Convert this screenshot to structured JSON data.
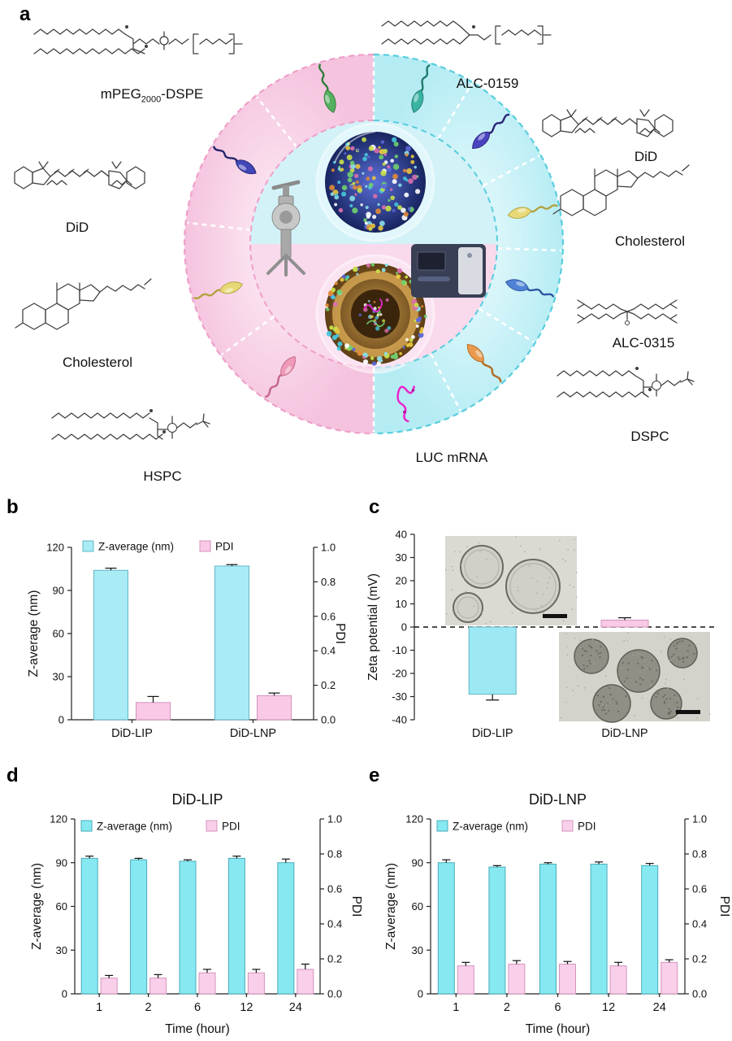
{
  "panels": {
    "a": {
      "label": "a",
      "structures": {
        "mpeg_dspe": {
          "pre": "mPEG",
          "sub": "2000",
          "post": "-DSPE"
        },
        "alc_0159": "ALC-0159",
        "did_right": "DiD",
        "cholesterol_right": "Cholesterol",
        "alc_0315": "ALC-0315",
        "dspc": "DSPC",
        "did_left": "DiD",
        "cholesterol_left": "Cholesterol",
        "hspc": "HSPC",
        "luc_mrna": "LUC mRNA"
      },
      "icons": [
        {
          "name": "lipid-green",
          "type": "sperm",
          "angle": 107,
          "color": "#55b060",
          "dark": "#2f7d3c"
        },
        {
          "name": "lipid-navy-left",
          "type": "sperm",
          "angle": 149,
          "color": "#4146b8",
          "dark": "#23266e"
        },
        {
          "name": "lipid-yellow-left",
          "type": "sperm",
          "angle": 197,
          "color": "#e8d977",
          "dark": "#b3a23f"
        },
        {
          "name": "lipid-pink",
          "type": "sperm",
          "angle": 235,
          "color": "#ef9ab8",
          "dark": "#c4648c"
        },
        {
          "name": "lipid-teal",
          "type": "sperm",
          "angle": 73,
          "color": "#3ab3a2",
          "dark": "#1f7a6e"
        },
        {
          "name": "lipid-navy-right",
          "type": "sperm",
          "angle": 44,
          "color": "#4a43c0",
          "dark": "#2a2478"
        },
        {
          "name": "lipid-yellow-right",
          "type": "sperm",
          "angle": 12,
          "color": "#e8d977",
          "dark": "#b3a23f"
        },
        {
          "name": "lipid-blue",
          "type": "sperm",
          "angle": -16,
          "color": "#4f83d6",
          "dark": "#2d56a0"
        },
        {
          "name": "lipid-orange",
          "type": "sperm",
          "angle": -47,
          "color": "#e89a4e",
          "dark": "#b56a22"
        },
        {
          "name": "mrna-squiggle",
          "type": "squiggle",
          "angle": -78,
          "color": "#ea25cc",
          "dark": "#b3129a"
        }
      ]
    },
    "b": {
      "label": "b"
    },
    "c": {
      "label": "c"
    },
    "d": {
      "label": "d"
    },
    "e": {
      "label": "e"
    }
  },
  "chart_data": [
    {
      "id": "b",
      "type": "bar",
      "dual_axis": true,
      "categories": [
        "DiD-LIP",
        "DiD-LNP"
      ],
      "series": [
        {
          "name": "Z-average (nm)",
          "axis": "left",
          "color": "#a9ecf6",
          "edge": "#63b7c4",
          "values": [
            104,
            107
          ],
          "errors": [
            1.5,
            1
          ]
        },
        {
          "name": "PDI",
          "axis": "right",
          "color": "#f9c9e6",
          "edge": "#d494bd",
          "values": [
            0.1,
            0.14
          ],
          "errors": [
            0.035,
            0.015
          ]
        }
      ],
      "legend": [
        "Z-average (nm)",
        "PDI"
      ],
      "ylabel_left": "Z-average (nm)",
      "ylim_left": [
        0,
        120
      ],
      "yticks_left": [
        0,
        30,
        60,
        90,
        120
      ],
      "ylabel_right": "PDI",
      "ylim_right": [
        0,
        1.0
      ],
      "yticks_right": [
        0,
        0.2,
        0.4,
        0.6,
        0.8,
        1.0
      ]
    },
    {
      "id": "c",
      "type": "bar",
      "categories": [
        "DiD-LIP",
        "DiD-LNP"
      ],
      "values": [
        -29,
        3
      ],
      "errors": [
        2.5,
        1
      ],
      "colors": [
        "#9ce9f3",
        "#f9c9e6"
      ],
      "edges": [
        "#63b7c4",
        "#d494bd"
      ],
      "ylabel": "Zeta potential (mV)",
      "ylim": [
        -40,
        40
      ],
      "yticks": [
        -40,
        -30,
        -20,
        -10,
        0,
        10,
        20,
        30,
        40
      ],
      "zero_line_dashed": true
    },
    {
      "id": "d",
      "type": "bar",
      "dual_axis": true,
      "title": "DiD-LIP",
      "categories": [
        "1",
        "2",
        "6",
        "12",
        "24"
      ],
      "xlabel": "Time (hour)",
      "series": [
        {
          "name": "Z-average (nm)",
          "axis": "left",
          "color": "#86e9f2",
          "edge": "#4aacba",
          "values": [
            93,
            92,
            91,
            93,
            90
          ],
          "errors": [
            1.5,
            1,
            1,
            1.5,
            2.5
          ]
        },
        {
          "name": "PDI",
          "axis": "right",
          "color": "#f9cfe9",
          "edge": "#d494bd",
          "values": [
            0.09,
            0.09,
            0.12,
            0.12,
            0.14
          ],
          "errors": [
            0.015,
            0.02,
            0.02,
            0.02,
            0.03
          ]
        }
      ],
      "legend": [
        "Z-average (nm)",
        "PDI"
      ],
      "ylabel_left": "Z-average (nm)",
      "ylim_left": [
        0,
        120
      ],
      "yticks_left": [
        0,
        30,
        60,
        90,
        120
      ],
      "ylabel_right": "PDI",
      "ylim_right": [
        0,
        1.0
      ],
      "yticks_right": [
        0,
        0.2,
        0.4,
        0.6,
        0.8,
        1.0
      ]
    },
    {
      "id": "e",
      "type": "bar",
      "dual_axis": true,
      "title": "DiD-LNP",
      "categories": [
        "1",
        "2",
        "6",
        "12",
        "24"
      ],
      "xlabel": "Time (hour)",
      "series": [
        {
          "name": "Z-average (nm)",
          "axis": "left",
          "color": "#86e9f2",
          "edge": "#4aacba",
          "values": [
            90,
            87,
            89,
            89,
            88
          ],
          "errors": [
            2,
            1,
            1,
            1.5,
            1.5
          ]
        },
        {
          "name": "PDI",
          "axis": "right",
          "color": "#f9cfe9",
          "edge": "#d494bd",
          "values": [
            0.16,
            0.17,
            0.17,
            0.16,
            0.18
          ],
          "errors": [
            0.02,
            0.02,
            0.015,
            0.02,
            0.015
          ]
        }
      ],
      "legend": [
        "Z-average (nm)",
        "PDI"
      ],
      "ylabel_left": "Z-average (nm)",
      "ylim_left": [
        0,
        120
      ],
      "yticks_left": [
        0,
        30,
        60,
        90,
        120
      ],
      "ylabel_right": "PDI",
      "ylim_right": [
        0,
        1.0
      ],
      "yticks_right": [
        0,
        0.2,
        0.4,
        0.6,
        0.8,
        1.0
      ]
    }
  ]
}
